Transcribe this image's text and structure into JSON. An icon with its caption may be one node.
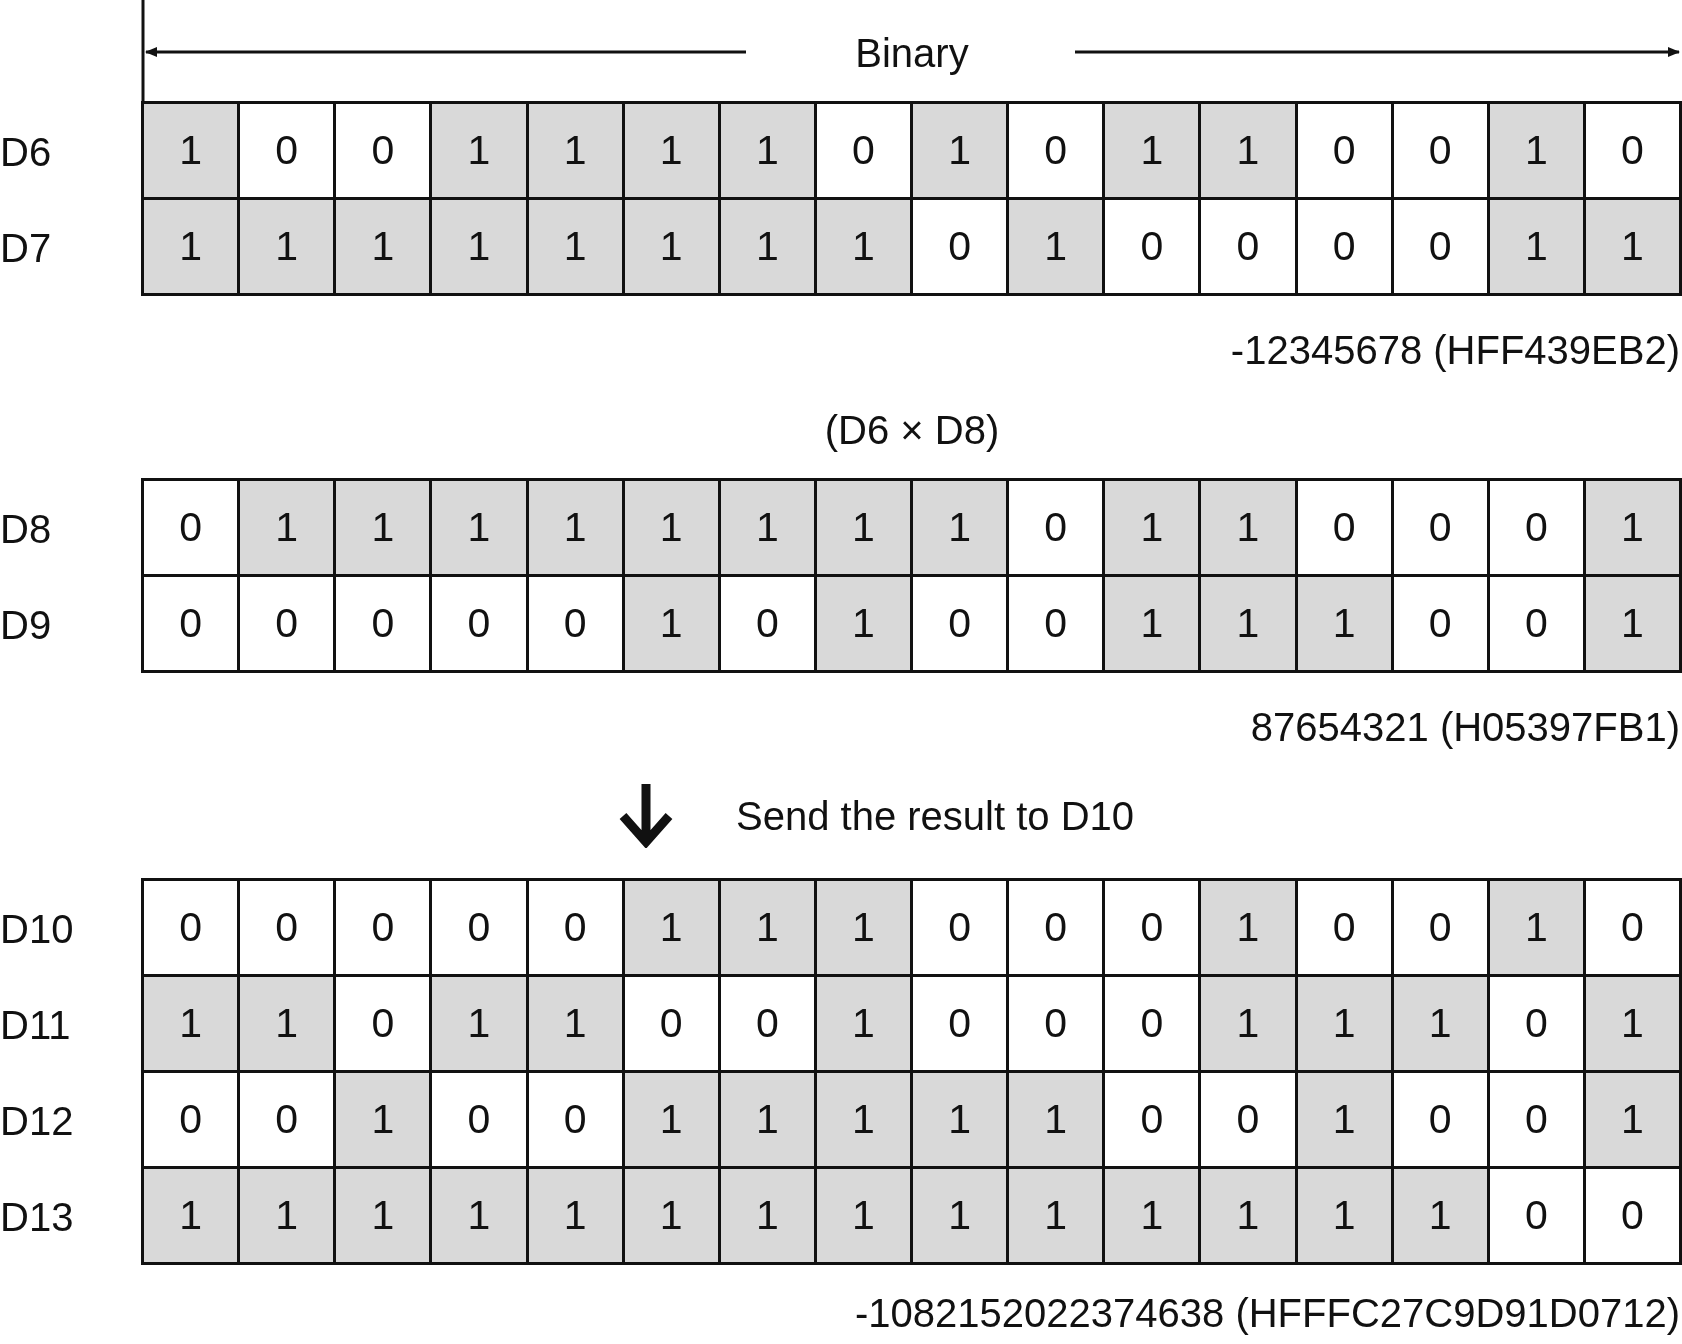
{
  "diagram": {
    "labels": [
      "Binary",
      "D6",
      "1",
      "0",
      "0",
      "1",
      "1",
      "1",
      "1",
      "0",
      "1",
      "0",
      "1",
      "1",
      "0",
      "0",
      "1",
      "0",
      "D7",
      "1",
      "1",
      "1",
      "1",
      "1",
      "1",
      "1",
      "1",
      "0",
      "1",
      "0",
      "0",
      "0",
      "0",
      "1",
      "1",
      "-12345678 (HFF439EB2)",
      "(D6 × D8)",
      "D8",
      "0",
      "1",
      "1",
      "1",
      "1",
      "1",
      "1",
      "1",
      "1",
      "0",
      "1",
      "1",
      "0",
      "0",
      "0",
      "1",
      "D9",
      "0",
      "0",
      "0",
      "0",
      "0",
      "1",
      "0",
      "1",
      "0",
      "0",
      "1",
      "1",
      "1",
      "0",
      "0",
      "1",
      "87654321 (H05397FB1)",
      "Send the result to D10",
      "D10",
      "0",
      "0",
      "0",
      "0",
      "0",
      "1",
      "1",
      "1",
      "0",
      "0",
      "0",
      "1",
      "0",
      "0",
      "1",
      "0",
      "D11",
      "1",
      "1",
      "0",
      "1",
      "1",
      "0",
      "0",
      "1",
      "0",
      "0",
      "0",
      "1",
      "1",
      "1",
      "0",
      "1",
      "D12",
      "0",
      "0",
      "1",
      "0",
      "0",
      "1",
      "1",
      "1",
      "1",
      "1",
      "0",
      "0",
      "1",
      "0",
      "0",
      "1",
      "D13",
      "1",
      "1",
      "1",
      "1",
      "1",
      "1",
      "1",
      "1",
      "1",
      "1",
      "1",
      "1",
      "1",
      "1",
      "0",
      "0",
      "-1082152022374638 (HFFFC27C9D91D0712)"
    ]
  }
}
